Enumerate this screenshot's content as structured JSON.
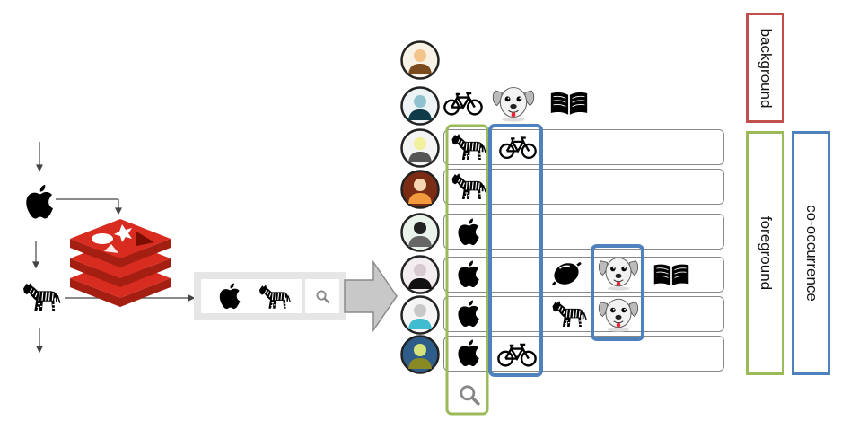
{
  "labels": {
    "background": "background",
    "foreground": "foreground",
    "cooccurrence": "co-occurrence"
  },
  "colors": {
    "background_box": "#c0504d",
    "foreground_box": "#9bbb59",
    "cooccurrence_box": "#4f81bd",
    "redis_red": "#d82c20"
  },
  "search_widget": {
    "query_icons": [
      "apple-icon",
      "zebra-icon"
    ],
    "button_icon": "magnifier-icon"
  },
  "users": [
    {
      "id": 1,
      "avatar": "avatar-brown",
      "items": []
    },
    {
      "id": 2,
      "avatar": "avatar-teal-dark",
      "items": [
        "bicycle-icon",
        "dog-icon",
        "book-icon"
      ]
    },
    {
      "id": 3,
      "avatar": "avatar-yellow",
      "items": [
        "zebra-icon",
        "bicycle-icon"
      ]
    },
    {
      "id": 4,
      "avatar": "avatar-orange",
      "items": [
        "zebra-icon"
      ]
    },
    {
      "id": 5,
      "avatar": "avatar-green-black",
      "items": [
        "apple-icon"
      ]
    },
    {
      "id": 6,
      "avatar": "avatar-pink-black",
      "items": [
        "apple-icon",
        "lemon-icon",
        "dog-icon",
        "book-icon"
      ]
    },
    {
      "id": 7,
      "avatar": "avatar-cyan",
      "items": [
        "apple-icon",
        "zebra-icon",
        "dog-icon"
      ]
    },
    {
      "id": 8,
      "avatar": "avatar-olive",
      "items": [
        "apple-icon",
        "bicycle-icon"
      ]
    }
  ]
}
